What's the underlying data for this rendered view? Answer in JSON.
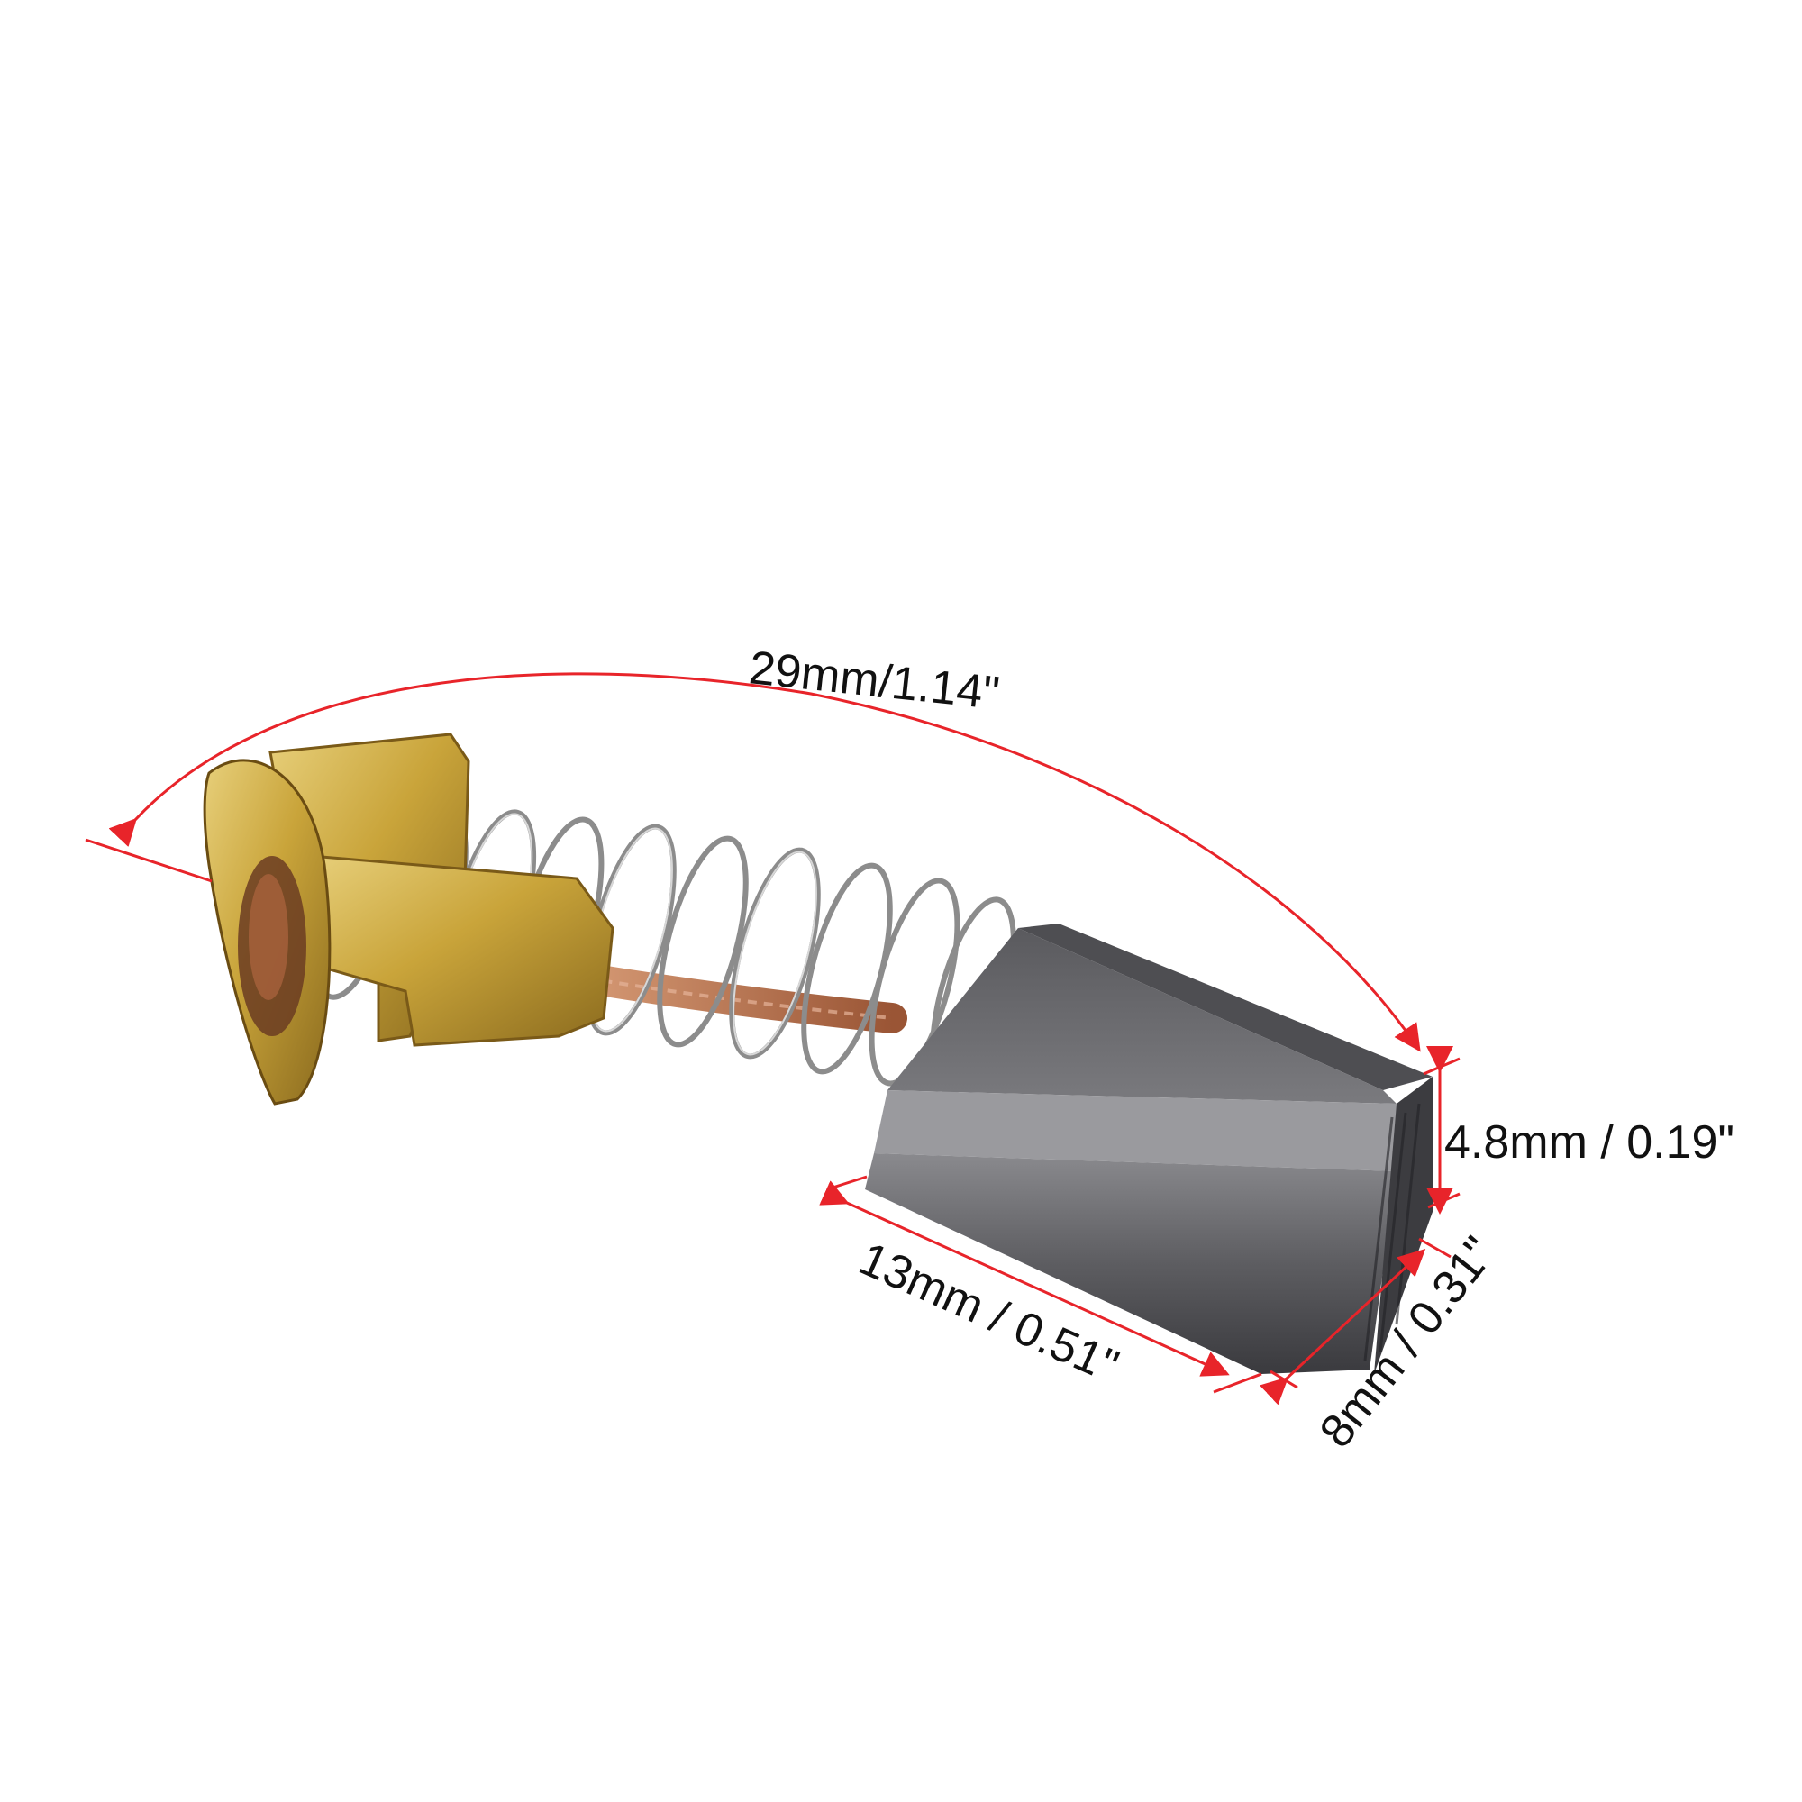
{
  "dimensions": {
    "overall_length": "29mm/1.14\"",
    "height": "4.8mm / 0.19\"",
    "length": "13mm / 0.51\"",
    "width": "8mm / 0.31\""
  },
  "colors": {
    "dimension_line": "#e8242a",
    "brass": "#c9a43a",
    "brass_dark": "#8a6a1e",
    "carbon": "#6f6f73",
    "carbon_dark": "#3e3e42",
    "copper": "#b56f4a",
    "spring": "#8c8c8c"
  }
}
